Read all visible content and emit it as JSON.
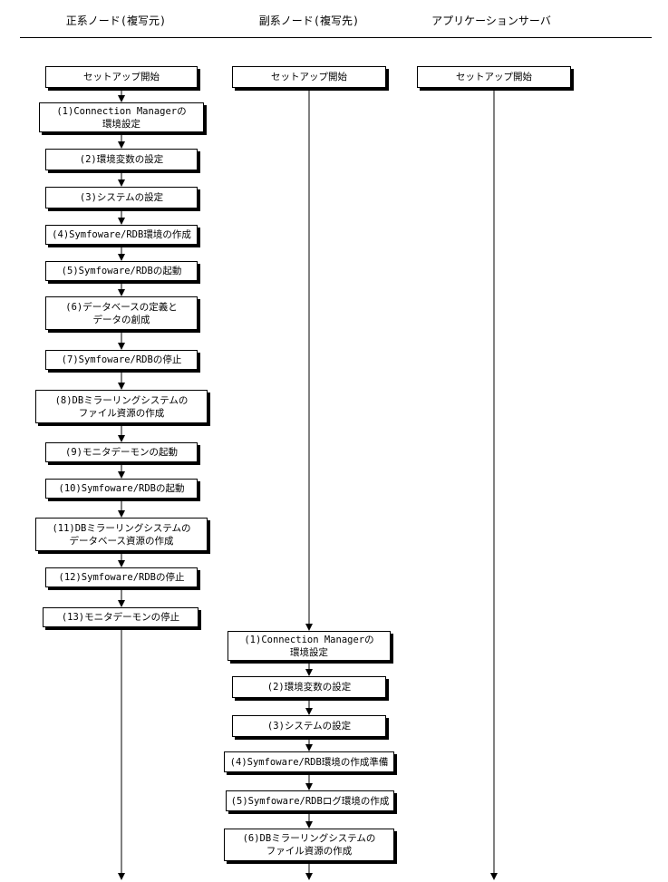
{
  "columns": [
    {
      "header": "正系ノード(複写元)",
      "steps": [
        "セットアップ開始",
        "(1)Connection Managerの\n環境設定",
        "(2)環境変数の設定",
        "(3)システムの設定",
        "(4)Symfoware/RDB環境の作成",
        "(5)Symfoware/RDBの起動",
        "(6)データベースの定義と\nデータの創成",
        "(7)Symfoware/RDBの停止",
        "(8)DBミラーリングシステムの\nファイル資源の作成",
        "(9)モニタデーモンの起動",
        "(10)Symfoware/RDBの起動",
        "(11)DBミラーリングシステムの\nデータベース資源の作成",
        "(12)Symfoware/RDBの停止",
        "(13)モニタデーモンの停止"
      ]
    },
    {
      "header": "副系ノード(複写先)",
      "steps": [
        "セットアップ開始",
        "(1)Connection Managerの\n環境設定",
        "(2)環境変数の設定",
        "(3)システムの設定",
        "(4)Symfoware/RDB環境の作成準備",
        "(5)Symfoware/RDBログ環境の作成",
        "(6)DBミラーリングシステムの\nファイル資源の作成"
      ]
    },
    {
      "header": "アプリケーションサーバ",
      "steps": [
        "セットアップ開始"
      ]
    }
  ]
}
